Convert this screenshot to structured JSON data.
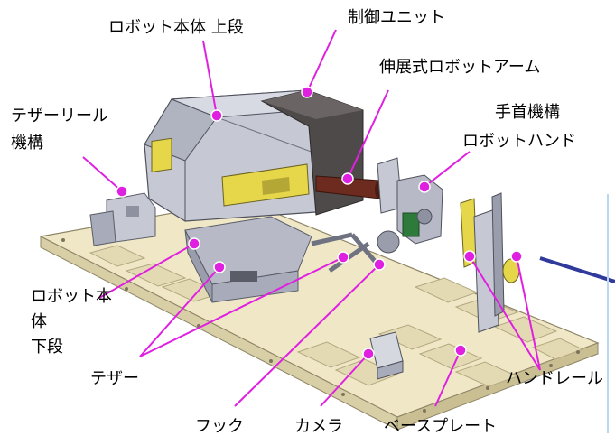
{
  "labels": {
    "upper_body": "ロボット本体 上段",
    "control_unit": "制御ユニット",
    "extend_arm": "伸展式ロボットアーム",
    "tether_reel_line1": "テザーリール",
    "tether_reel_line2": "機構",
    "wrist_line1": "手首機構",
    "wrist_line2": "ロボットハンド",
    "lower_body_line1": "ロボット本",
    "lower_body_line2": "体",
    "lower_body_line3": "下段",
    "tether": "テザー",
    "handrail": "ハンドレール",
    "hook": "フック",
    "camera": "カメラ",
    "base_plate": "ベースプレート"
  },
  "colors": {
    "leader": "#e020e0",
    "plate": "#efe7c6",
    "robot_body": "#c6c9d4",
    "control_box": "#4e4a49",
    "arm": "#6d2a1e",
    "window": "#e6d64a",
    "pointer_line": "#2f3a9c"
  }
}
